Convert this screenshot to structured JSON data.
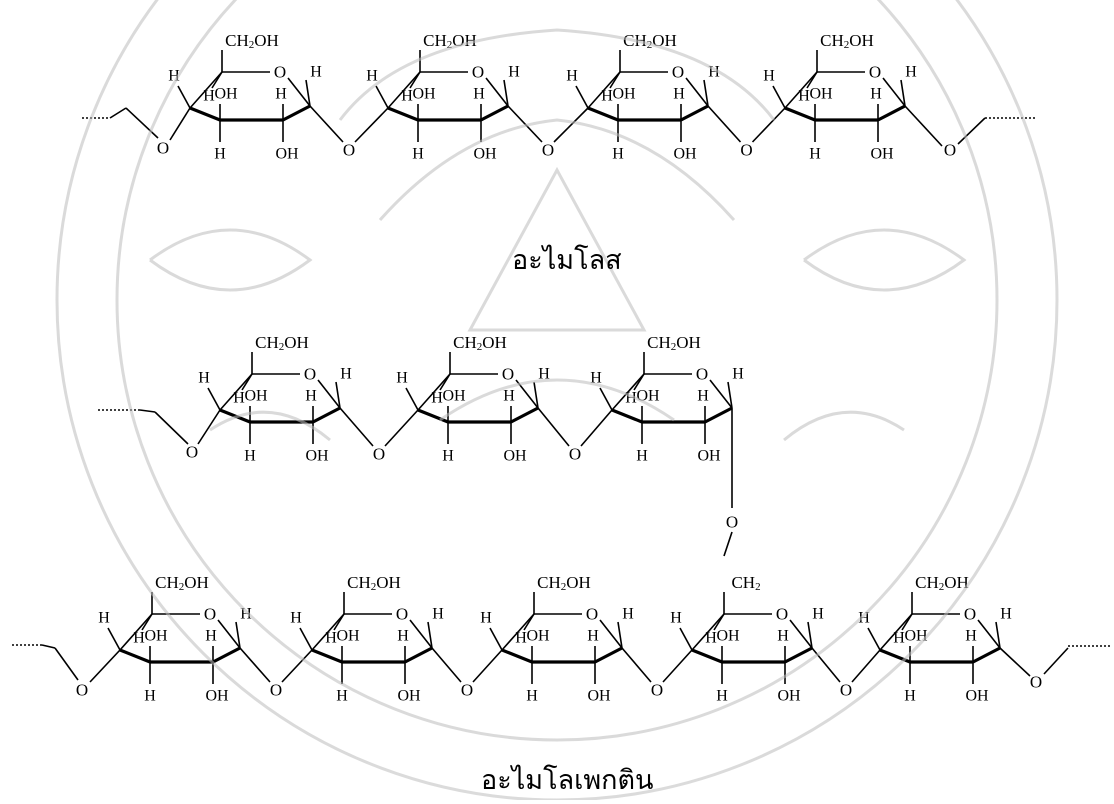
{
  "figure": {
    "amylose_caption": "อะไมโลส",
    "amylopectin_caption": "อะไมโลเพกติน"
  },
  "atom_labels": {
    "ring_oxygen": "O",
    "hydroxymethyl_group": "CH2OH",
    "hydroxyl": "OH",
    "hydrogen": "H",
    "glycosidic_oxygen": "O",
    "branch_methylene": "CH2"
  },
  "diagram": {
    "amylose": {
      "repeating_unit": "glucose",
      "unit_count": 4,
      "linkage": "alpha-1,4"
    },
    "amylopectin": {
      "upper_chain_unit_count": 3,
      "lower_chain_unit_count": 5,
      "linkage_main": "alpha-1,4",
      "linkage_branch": "alpha-1,6"
    }
  },
  "watermark": {
    "present": true,
    "color": "#bdbdbd"
  }
}
